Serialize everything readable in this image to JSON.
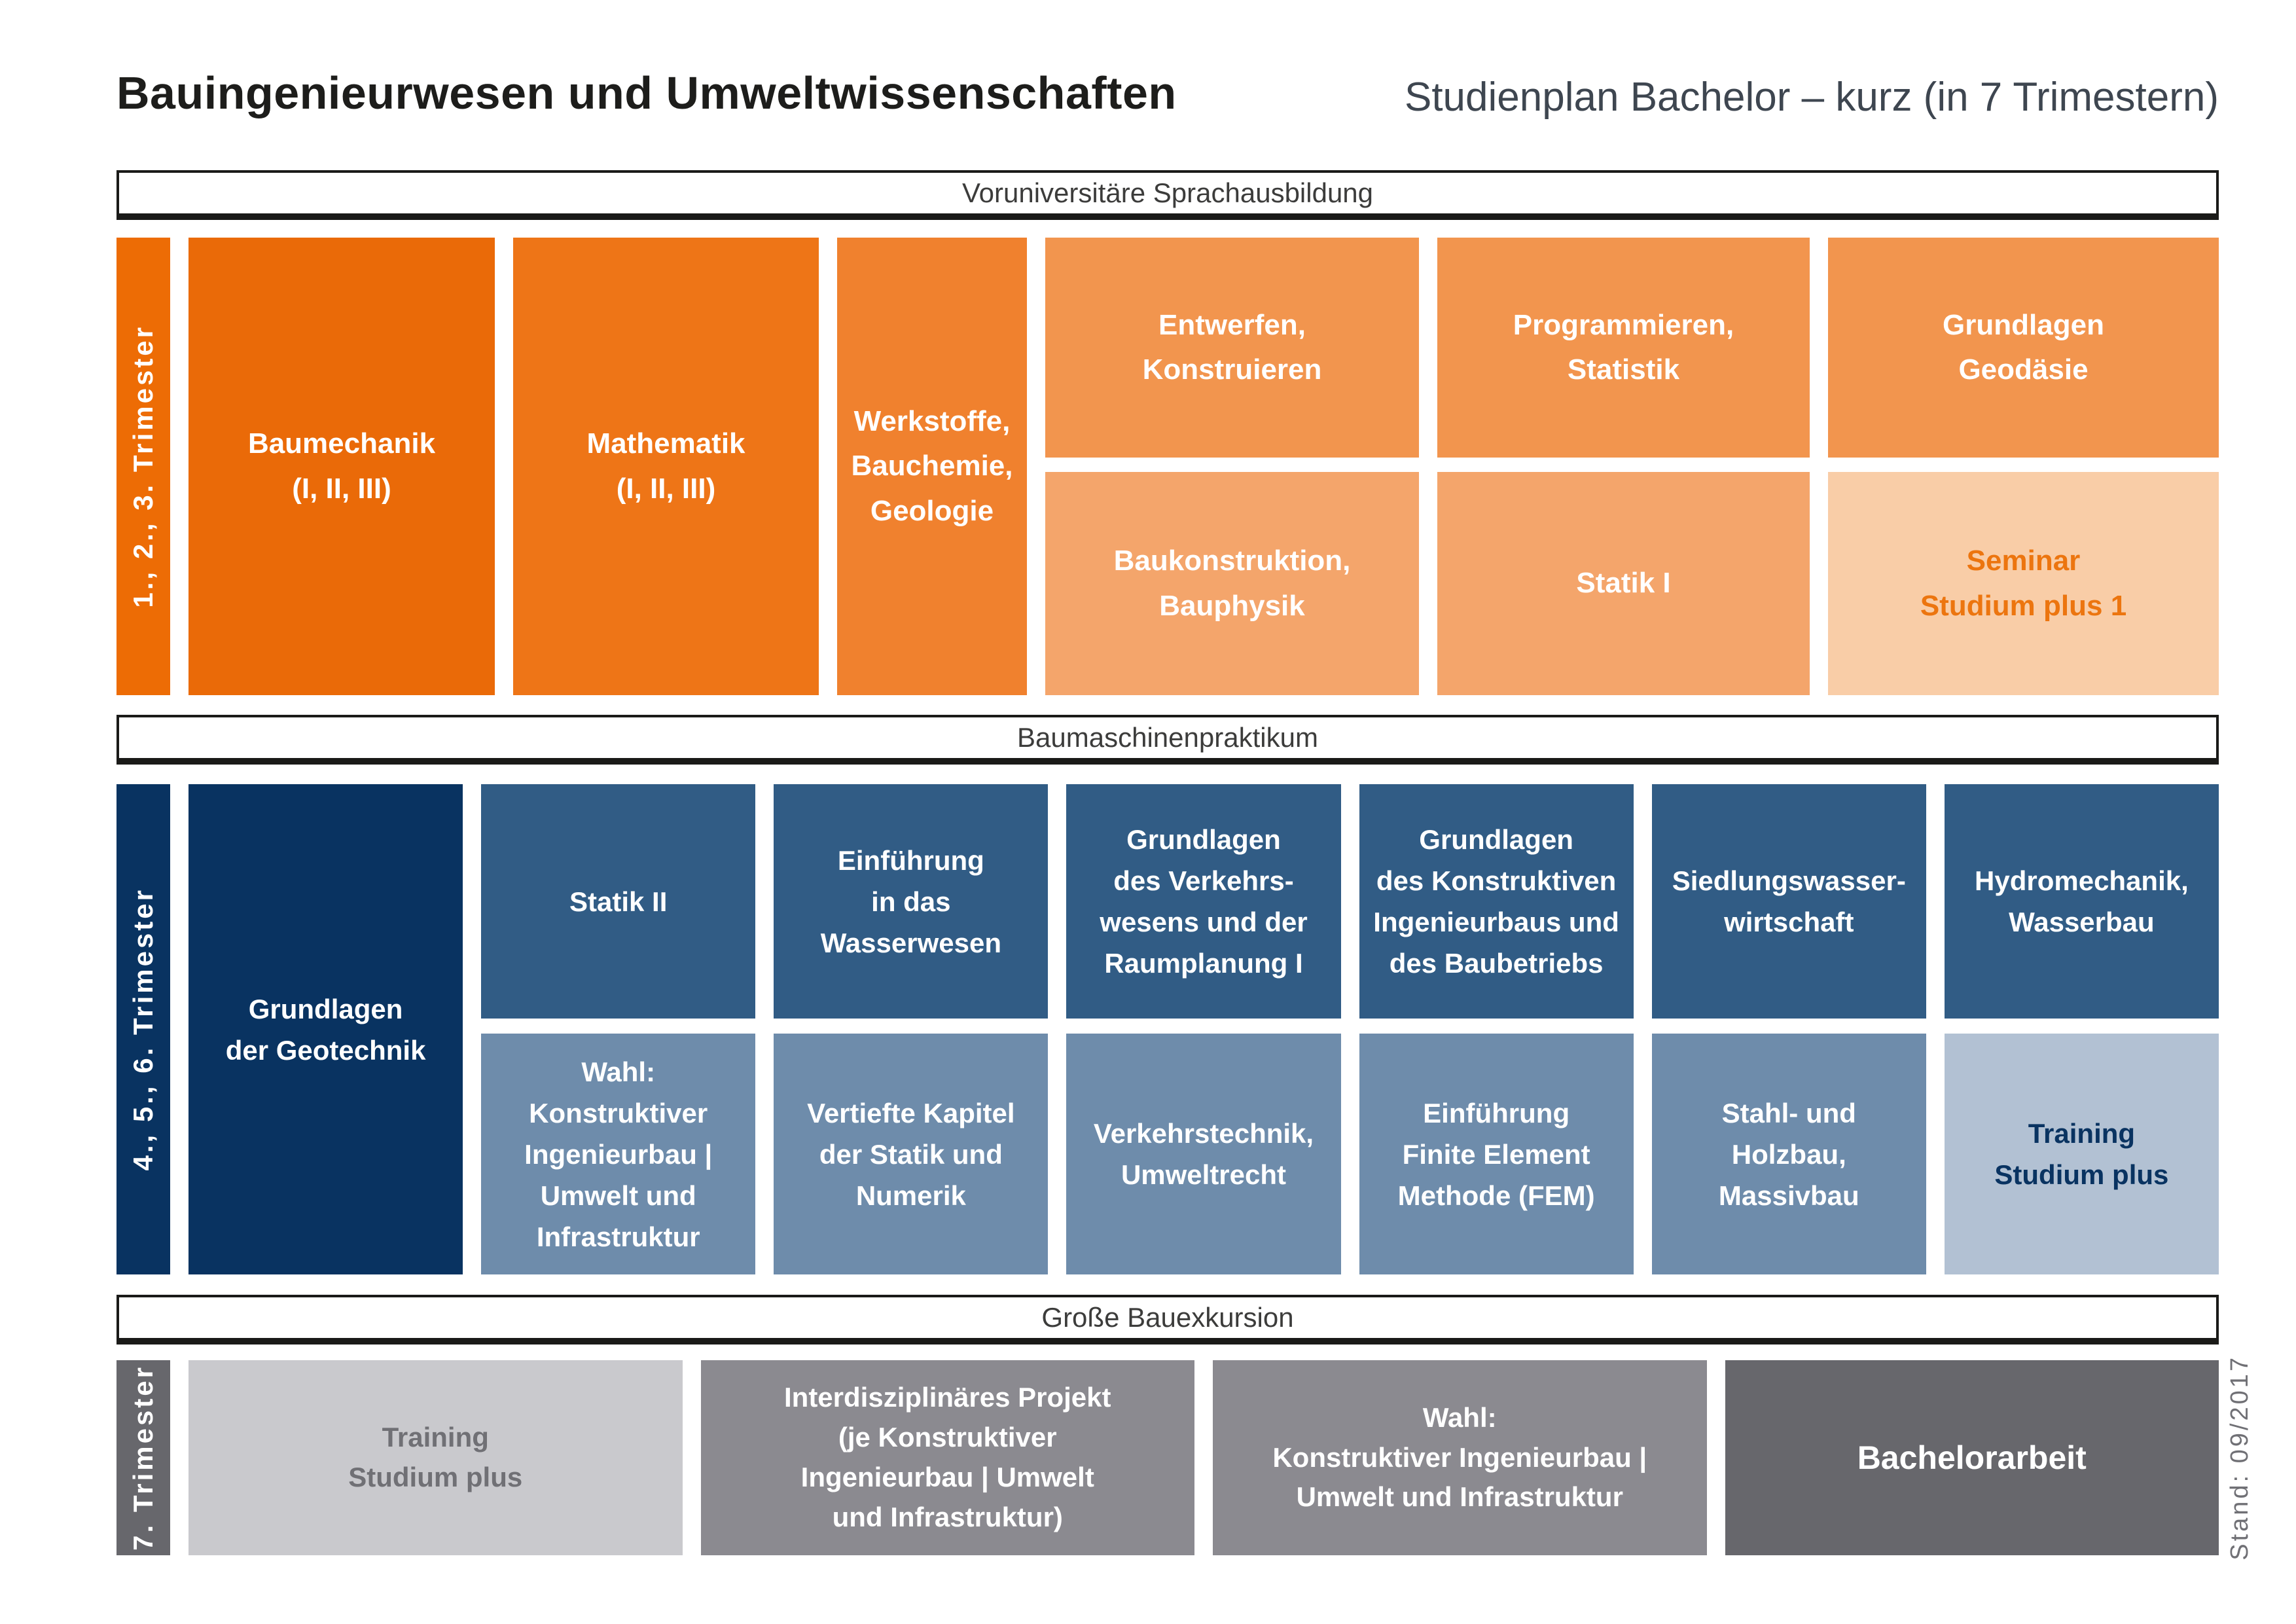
{
  "header": {
    "title": "Bauingenieurwesen und Umweltwissenschaften",
    "subtitle": "Studienplan Bachelor – kurz (in 7 Trimestern)"
  },
  "bars": {
    "sprachausbildung": "Voruniversitäre Sprachausbildung",
    "baumaschinenpraktikum": "Baumaschinenpraktikum",
    "bauexkursion": "Große Bauexkursion"
  },
  "row1": {
    "trimester": "1., 2., 3. Trimester",
    "baumechanik": "Baumechanik\n(I, II, III)",
    "mathematik": "Mathematik\n(I, II, III)",
    "werkstoffe": "Werkstoffe,\nBauchemie,\nGeologie",
    "entwerfen": "Entwerfen,\nKonstruieren",
    "programmieren": "Programmieren,\nStatistik",
    "geodaesie": "Grundlagen\nGeodäsie",
    "baukonstruktion": "Baukonstruktion,\nBauphysik",
    "statik_1": "Statik I",
    "seminar_studium_plus": "Seminar\nStudium plus 1"
  },
  "row2": {
    "trimester": "4., 5., 6. Trimester",
    "geotechnik": "Grundlagen\nder Geotechnik",
    "statik_2": "Statik II",
    "wasserwesen": "Einführung\nin das\nWasserwesen",
    "verkehrswesen": "Grundlagen\ndes Verkehrs-\nwesens und der\nRaumplanung I",
    "konstruktiver_ingenieurbau": "Grundlagen\ndes Konstruktiven\nIngenieurbaus und\ndes Baubetriebs",
    "siedlungswasserwirtschaft": "Siedlungswasser-\nwirtschaft",
    "hydromechanik": "Hydromechanik,\nWasserbau",
    "wahl_konstruktiv": "Wahl:\nKonstruktiver\nIngenieurbau |\nUmwelt und\nInfrastruktur",
    "vertiefte_statik": "Vertiefte Kapitel\nder Statik und\nNumerik",
    "verkehrstechnik": "Verkehrstechnik,\nUmweltrecht",
    "fem": "Einführung\nFinite Element\nMethode (FEM)",
    "stahl_holzbau": "Stahl- und\nHolzbau,\nMassivbau",
    "training_studium_plus": "Training\nStudium plus"
  },
  "row3": {
    "trimester": "7. Trimester",
    "training_studium_plus": "Training\nStudium plus",
    "interdisziplinaeres_projekt": "Interdisziplinäres Projekt\n(je Konstruktiver\nIngenieurbau | Umwelt\nund Infrastruktur)",
    "wahl": "Wahl:\nKonstruktiver Ingenieurbau |\nUmwelt und Infrastruktur",
    "bachelorarbeit": "Bachelorarbeit"
  },
  "footer": {
    "stand": "Stand: 09/2017"
  },
  "colors": {
    "orange_strip": "#ED6C05",
    "orange_dark": "#EA6A08",
    "orange_mid": "#EE7517",
    "orange_light": "#F0812E",
    "orange_pale_top": "#F2954E",
    "orange_pale_bottom": "#F4A56B",
    "orange_faint": "#F9CDA7",
    "orange_text": "#EC750F",
    "navy": "#093361",
    "blue_mid": "#315C85",
    "blue_light": "#6E8CAB",
    "blue_faint": "#B2C1D3",
    "grey_strip": "#67676C",
    "grey_dark": "#67676C",
    "grey_mid": "#8B8A90",
    "grey_light": "#C9C9CD",
    "grey_text": "#707075"
  }
}
